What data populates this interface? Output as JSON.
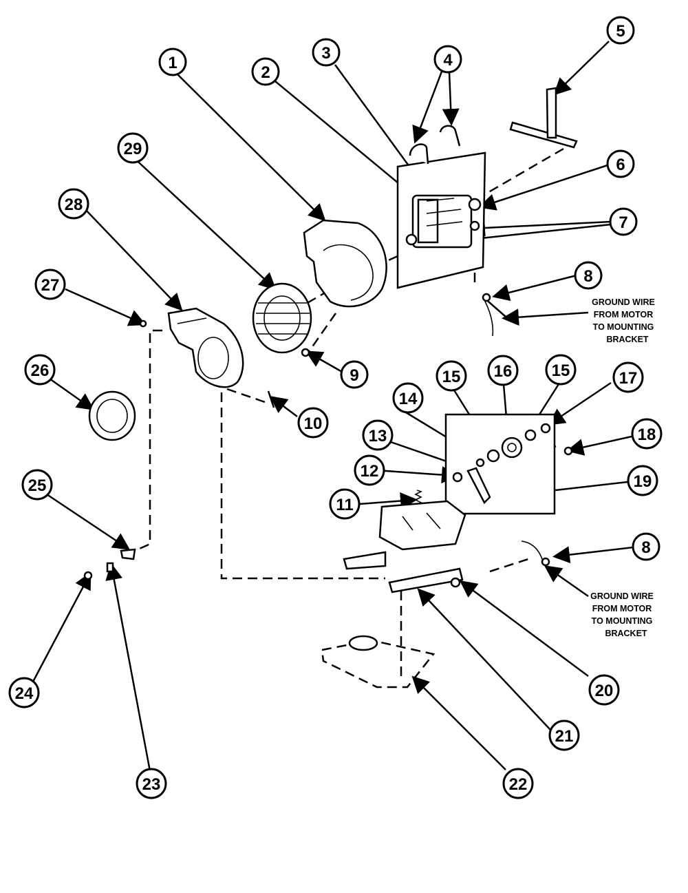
{
  "callouts": [
    {
      "id": "1",
      "label": "1"
    },
    {
      "id": "2",
      "label": "2"
    },
    {
      "id": "3",
      "label": "3"
    },
    {
      "id": "4",
      "label": "4"
    },
    {
      "id": "5",
      "label": "5"
    },
    {
      "id": "6",
      "label": "6"
    },
    {
      "id": "7",
      "label": "7"
    },
    {
      "id": "8a",
      "label": "8"
    },
    {
      "id": "8b",
      "label": "8"
    },
    {
      "id": "9",
      "label": "9"
    },
    {
      "id": "10",
      "label": "10"
    },
    {
      "id": "11",
      "label": "11"
    },
    {
      "id": "12",
      "label": "12"
    },
    {
      "id": "13",
      "label": "13"
    },
    {
      "id": "14",
      "label": "14"
    },
    {
      "id": "15a",
      "label": "15"
    },
    {
      "id": "15b",
      "label": "15"
    },
    {
      "id": "16",
      "label": "16"
    },
    {
      "id": "17",
      "label": "17"
    },
    {
      "id": "18",
      "label": "18"
    },
    {
      "id": "19",
      "label": "19"
    },
    {
      "id": "20",
      "label": "20"
    },
    {
      "id": "21",
      "label": "21"
    },
    {
      "id": "22",
      "label": "22"
    },
    {
      "id": "23",
      "label": "23"
    },
    {
      "id": "24",
      "label": "24"
    },
    {
      "id": "25",
      "label": "25"
    },
    {
      "id": "26",
      "label": "26"
    },
    {
      "id": "27",
      "label": "27"
    },
    {
      "id": "28",
      "label": "28"
    },
    {
      "id": "29",
      "label": "29"
    }
  ],
  "notes": {
    "ground_wire_top": [
      "GROUND WIRE",
      "FROM MOTOR",
      "TO MOUNTING",
      "BRACKET"
    ],
    "ground_wire_bottom": [
      "GROUND WIRE",
      "FROM MOTOR",
      "TO MOUNTING",
      "BRACKET"
    ]
  }
}
